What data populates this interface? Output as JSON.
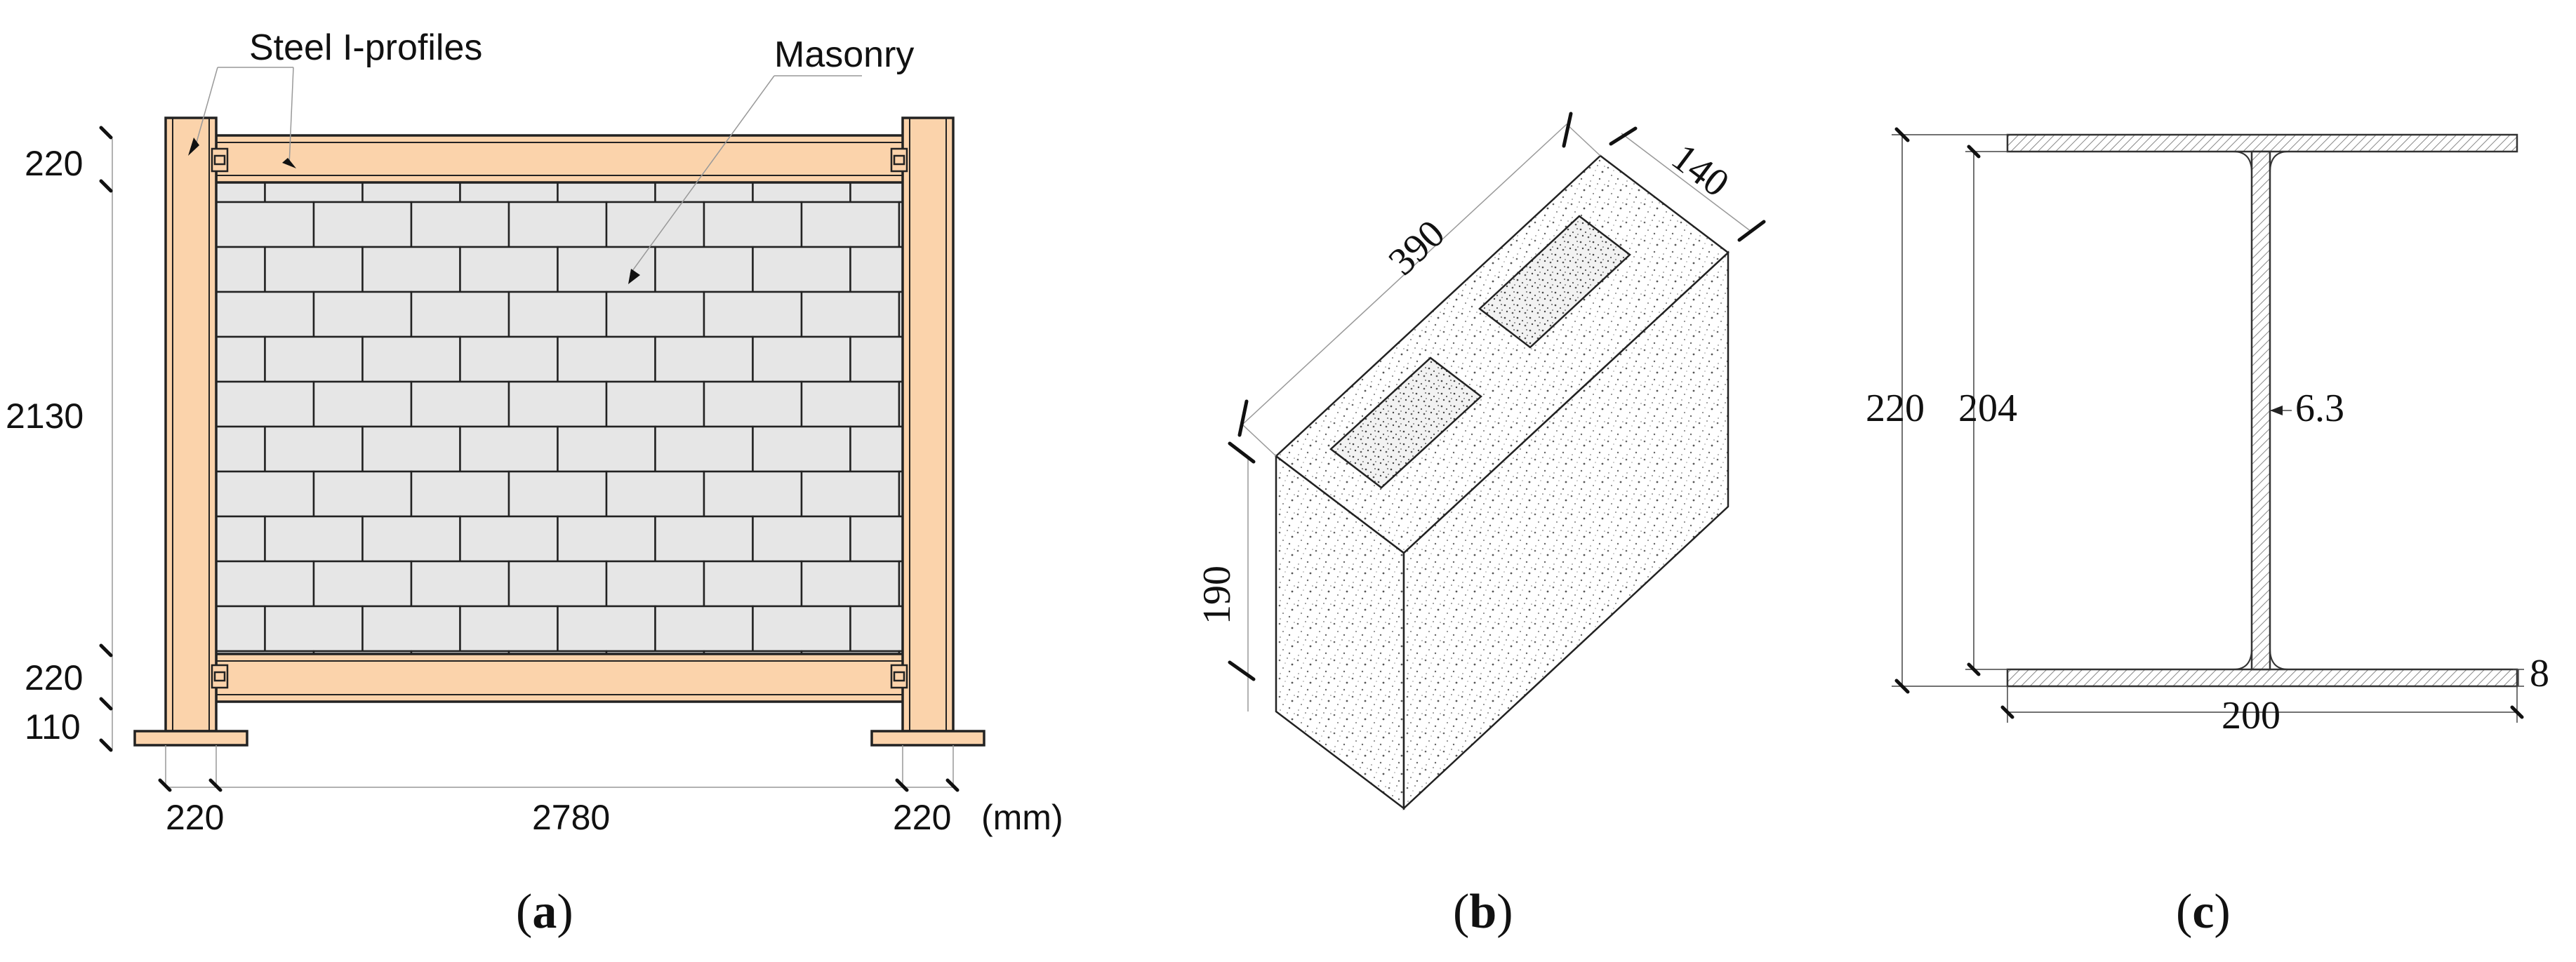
{
  "panel_a": {
    "label_steel": "Steel I-profiles",
    "label_masonry": "Masonry",
    "dims_vertical": [
      "220",
      "2130",
      "220",
      "110"
    ],
    "dims_horizontal": [
      "220",
      "2780",
      "220"
    ],
    "unit": "(mm)",
    "caption": {
      "open": "(",
      "letter": "a",
      "close": ")"
    }
  },
  "panel_b": {
    "dim_length": "390",
    "dim_width": "140",
    "dim_height": "190",
    "caption": {
      "open": "(",
      "letter": "b",
      "close": ")"
    }
  },
  "panel_c": {
    "dim_total_height": "220",
    "dim_web_clear": "204",
    "dim_web_thickness": "6.3",
    "dim_flange_thickness": "8",
    "dim_flange_width": "200",
    "caption": {
      "open": "(",
      "letter": "c",
      "close": ")"
    }
  },
  "colors": {
    "steel_fill": "#FBD3AB",
    "brick_fill": "#E6E6E6",
    "outline": "#222222"
  }
}
